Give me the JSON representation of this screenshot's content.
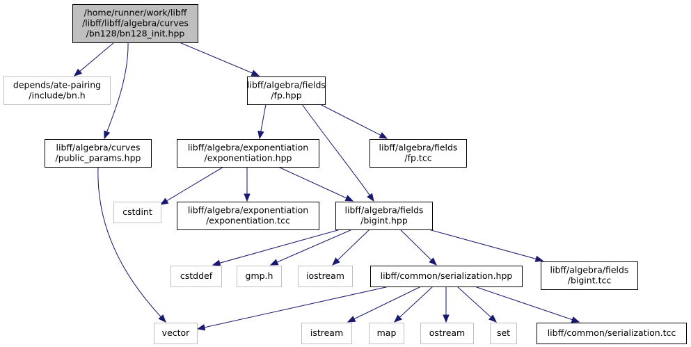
{
  "colors": {
    "edge": "#191970",
    "root_fill": "#bfbfbf",
    "root_border": "#000000",
    "doc_border": "#000000",
    "external_border": "#bfbfbf",
    "text": "#000000"
  },
  "nodes": {
    "root": {
      "label": [
        "/home/runner/work/libff",
        "/libff/libff/algebra/curves",
        "/bn128/bn128_init.hpp"
      ],
      "kind": "root"
    },
    "bn_h": {
      "label": [
        "depends/ate-pairing",
        "/include/bn.h"
      ],
      "kind": "external"
    },
    "fp_hpp": {
      "label": [
        "libff/algebra/fields",
        "/fp.hpp"
      ],
      "kind": "documented"
    },
    "public_params": {
      "label": [
        "libff/algebra/curves",
        "/public_params.hpp"
      ],
      "kind": "documented"
    },
    "exp_hpp": {
      "label": [
        "libff/algebra/exponentiation",
        "/exponentiation.hpp"
      ],
      "kind": "documented"
    },
    "fp_tcc": {
      "label": [
        "libff/algebra/fields",
        "/fp.tcc"
      ],
      "kind": "documented"
    },
    "cstdint": {
      "label": [
        "cstdint"
      ],
      "kind": "external"
    },
    "exp_tcc": {
      "label": [
        "libff/algebra/exponentiation",
        "/exponentiation.tcc"
      ],
      "kind": "documented"
    },
    "bigint_hpp": {
      "label": [
        "libff/algebra/fields",
        "/bigint.hpp"
      ],
      "kind": "documented"
    },
    "cstddef": {
      "label": [
        "cstddef"
      ],
      "kind": "external"
    },
    "gmp_h": {
      "label": [
        "gmp.h"
      ],
      "kind": "external"
    },
    "iostream": {
      "label": [
        "iostream"
      ],
      "kind": "external"
    },
    "serialization_hpp": {
      "label": [
        "libff/common/serialization.hpp"
      ],
      "kind": "documented"
    },
    "bigint_tcc": {
      "label": [
        "libff/algebra/fields",
        "/bigint.tcc"
      ],
      "kind": "documented"
    },
    "vector": {
      "label": [
        "vector"
      ],
      "kind": "external"
    },
    "istream": {
      "label": [
        "istream"
      ],
      "kind": "external"
    },
    "map": {
      "label": [
        "map"
      ],
      "kind": "external"
    },
    "ostream": {
      "label": [
        "ostream"
      ],
      "kind": "external"
    },
    "set": {
      "label": [
        "set"
      ],
      "kind": "external"
    },
    "serialization_tcc": {
      "label": [
        "libff/common/serialization.tcc"
      ],
      "kind": "documented"
    }
  },
  "edges": [
    [
      "root",
      "bn_h"
    ],
    [
      "root",
      "public_params"
    ],
    [
      "root",
      "fp_hpp"
    ],
    [
      "fp_hpp",
      "exp_hpp"
    ],
    [
      "fp_hpp",
      "bigint_hpp"
    ],
    [
      "fp_hpp",
      "fp_tcc"
    ],
    [
      "public_params",
      "vector"
    ],
    [
      "exp_hpp",
      "cstdint"
    ],
    [
      "exp_hpp",
      "exp_tcc"
    ],
    [
      "exp_hpp",
      "bigint_hpp"
    ],
    [
      "bigint_hpp",
      "cstddef"
    ],
    [
      "bigint_hpp",
      "gmp_h"
    ],
    [
      "bigint_hpp",
      "iostream"
    ],
    [
      "bigint_hpp",
      "serialization_hpp"
    ],
    [
      "bigint_hpp",
      "bigint_tcc"
    ],
    [
      "serialization_hpp",
      "vector"
    ],
    [
      "serialization_hpp",
      "istream"
    ],
    [
      "serialization_hpp",
      "map"
    ],
    [
      "serialization_hpp",
      "ostream"
    ],
    [
      "serialization_hpp",
      "set"
    ],
    [
      "serialization_hpp",
      "serialization_tcc"
    ]
  ]
}
